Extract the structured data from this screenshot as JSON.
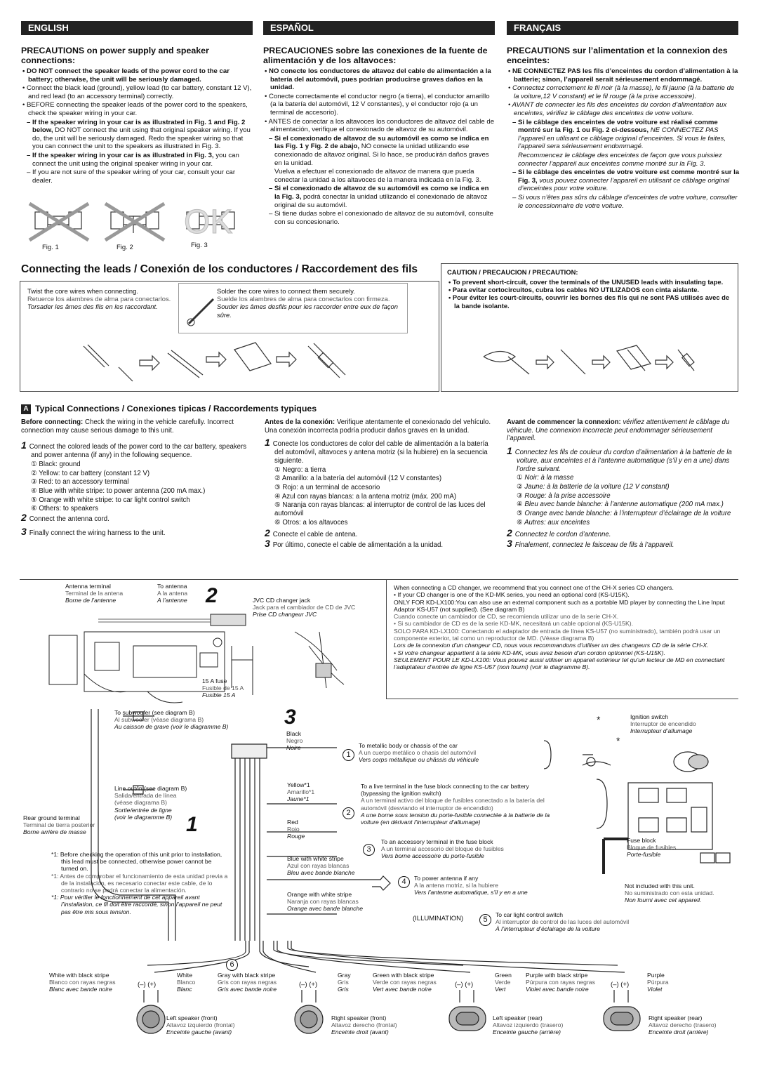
{
  "headers": {
    "english": "ENGLISH",
    "espanol": "ESPAÑOL",
    "francais": "FRANÇAIS"
  },
  "precautions": {
    "en": {
      "title": "PRECAUTIONS on power supply and speaker connections:",
      "p1": "• DO NOT connect the speaker leads of the power cord to the car battery; otherwise, the unit will be seriously damaged.",
      "p2": "• Connect the black lead (ground), yellow lead (to car battery, constant 12 V), and red lead (to an accessory terminal) correctly.",
      "p3": "• BEFORE connecting the speaker leads of the power cord to the speakers, check the speaker wiring in your car.",
      "p4a": "– If the speaker wiring in your car is as illustrated in Fig. 1 and Fig. 2 below,",
      "p4b": " DO NOT connect the unit using that original speaker wiring. If you do, the unit will be seriously damaged. Redo the speaker wiring so that you can connect the unit to the speakers as illustrated in Fig. 3.",
      "p5a": "– If the speaker wiring in your car is as illustrated in Fig. 3,",
      "p5b": " you can connect the unit using the original speaker wiring in your car.",
      "p6": "– If you are not sure of the speaker wiring of your car, consult your car dealer.",
      "fig1": "Fig. 1",
      "fig2": "Fig. 2",
      "fig3": "Fig. 3",
      "ok": "OK"
    },
    "es": {
      "title": "PRECAUCIONES sobre las conexiones de la fuente de alimentación y de los altavoces:",
      "p1": "• NO conecte los conductores de altavoz del cable de alimentación a la batería del automóvil, pues podrían producirse graves daños en la unidad.",
      "p2": "• Conecte correctamente el conductor negro (a tierra), el conductor amarillo (a la batería del automóvil, 12 V constantes), y el conductor rojo (a un terminal de accesorio).",
      "p3": "• ANTES de conectar a los altavoces los conductores de altavoz del cable de alimentación, verifique el conexionado de altavoz de su automóvil.",
      "p4a": "– Si el conexionado de altavoz de su automóvil es como se indica en las Fig. 1 y Fig. 2 de abajo,",
      "p4b": " NO conecte la unidad utilizando ese conexionado de altavoz original. Si lo hace, se producirán daños graves en la unidad.",
      "p4c": "Vuelva a efectuar el conexionado de altavoz de manera que pueda conectar la unidad a los altavoces de la manera indicada en la Fig. 3.",
      "p5a": "– Si el conexionado de altavoz de su automóvil es como se indica en la Fig. 3,",
      "p5b": " podrá conectar la unidad utilizando el conexionado de altavoz original de su automóvil.",
      "p6": "– Si tiene dudas sobre el conexionado de altavoz de su automóvil, consulte con su concesionario."
    },
    "fr": {
      "title": "PRECAUTIONS sur l’alimentation et la connexion des enceintes:",
      "p1": "• NE CONNECTEZ PAS les fils d’enceintes du cordon d’alimentation à la batterie; sinon, l’appareil serait sérieusement endommagé.",
      "p2": "• Connectez correctement le fil noir (à la masse), le fil jaune (à la batterie de la voiture,12 V constant) et le fil rouge (à la prise accessoire).",
      "p3": "• AVANT de connecter les fils des enceintes du cordon d’alimentation aux enceintes, vérifiez le câblage des enceintes de votre voiture.",
      "p4a": "– Si le câblage des enceintes de votre voiture est réalisé comme montré sur la Fig. 1 ou Fig. 2 ci-dessous,",
      "p4b": " NE CONNECTEZ PAS l’appareil en utilisant ce câblage original d’enceintes. Si vous le faites, l’appareil sera sérieusement endommagé.",
      "p4c": "Recommencez le câblage des enceintes de façon que vous puissiez connecter l’appareil aux enceintes comme montré sur la Fig. 3.",
      "p5a": "– Si le câblage des enceintes de votre voiture est comme montré sur la Fig. 3,",
      "p5b": " vous pouvez connecter l’appareil en utilisant ce câblage original d’enceintes pour votre voiture.",
      "p6": "– Si vous n’êtes pas sûrs du câblage d’enceintes de votre voiture, consulter le concessionnaire de votre voiture."
    }
  },
  "leads": {
    "title": "Connecting the leads / Conexión de los conductores / Raccordement des fils",
    "twist_en": "Twist the core wires when connecting.",
    "twist_es": "Retuerce los alambres de alma para conectarlos.",
    "twist_fr": "Torsader les âmes des fils en les raccordant.",
    "solder_en": "Solder the core wires to connect them securely.",
    "solder_es": "Suelde los alambres de alma para conectarlos con firmeza.",
    "solder_fr": "Souder les âmes desfils pour les raccorder entre eux de façon sûre.",
    "caution_title": "CAUTION / PRECAUCION / PRECAUTION:",
    "caution_en": "• To prevent short-circuit, cover the terminals of the UNUSED leads with insulating tape.",
    "caution_es": "• Para evitar cortocircuitos, cubra los cables NO UTILIZADOS con cinta aislante.",
    "caution_fr": "• Pour éviter les court-circuits, couvrir les bornes des fils qui ne sont PAS utilisés avec de la bande isolante."
  },
  "typical": {
    "badge": "A",
    "title": "Typical Connections / Conexiones tipicas / Raccordements typiques",
    "en": {
      "before_b": "Before connecting:",
      "before": " Check the wiring in the vehicle carefully. Incorrect connection may cause serious damage to this unit.",
      "s1": "Connect the colored leads of the power cord to the car battery, speakers and power antenna (if any) in the following sequence.",
      "items": [
        "① Black: ground",
        "② Yellow: to car battery (constant 12 V)",
        "③ Red: to an accessory terminal",
        "④ Blue with white stripe: to power antenna (200 mA max.)",
        "⑤ Orange with white stripe: to car light control switch",
        "⑥ Others: to speakers"
      ],
      "s2": "Connect the antenna cord.",
      "s3": "Finally connect the wiring harness to the unit."
    },
    "es": {
      "before_b": "Antes de la conexión:",
      "before": " Verifique atentamente el conexionado del vehículo. Una conexión incorrecta podría producir daños graves en la unidad.",
      "s1": "Conecte los conductores de color del cable de alimentación a la batería del automóvil, altavoces y antena motriz (si la hubiere) en la secuencia siguiente.",
      "items": [
        "① Negro: a tierra",
        "② Amarillo: a la batería del automóvil (12 V constantes)",
        "③ Rojo: a un terminal de accesorio",
        "④ Azul con rayas blancas: a la antena motriz (máx. 200 mA)",
        "⑤ Naranja con rayas blancas: al interruptor de control de las luces del automóvil",
        "⑥ Otros: a los altavoces"
      ],
      "s2": "Conecte el cable de antena.",
      "s3": "Por último, conecte el cable de alimentación a la unidad."
    },
    "fr": {
      "before_b": "Avant de commencer la connexion:",
      "before": " vérifiez attentivement le câblage du véhicule. Une connexion incorrecte peut endommager sérieusement l’appareil.",
      "s1": "Connectez les fils de couleur du cordon d’alimentation à la batterie de la voiture, aux enceintes et à l’antenne automatique (s’il y en a une) dans l’ordre suivant.",
      "items": [
        "① Noir: à la masse",
        "② Jaune: à la batterie de la voiture (12 V constant)",
        "③ Rouge: à la prise accessoire",
        "④ Bleu avec bande blanche: à l’antenne automatique (200 mA max.)",
        "⑤ Orange avec bande blanche: à l’interrupteur d’éclairage de la voiture",
        "⑥ Autres: aux enceintes"
      ],
      "s2": "Connectez le cordon d’antenne.",
      "s3": "Finalement, connectez le faisceau de fils à l’appareil."
    }
  },
  "diagram": {
    "antenna_terminal": [
      "Antenna terminal",
      "Terminal de la antena",
      "Borne de l’antenne"
    ],
    "to_antenna": [
      "To antenna",
      "A la antena",
      "A l’antenne"
    ],
    "jvc_cd": [
      "JVC CD changer jack",
      "Jack para el cambiador de CD de JVC",
      "Prise CD changeur JVC"
    ],
    "fuse": [
      "15 A fuse",
      "Fusible de 15 A",
      "Fusible 15 A"
    ],
    "subwoofer": [
      "To subwoofer (see diagram B)",
      "Al subwoofer (véase diagrama B)",
      "Au caisson de grave (voir le diagramme B)"
    ],
    "line_io": [
      "Line out/in (see diagram B)",
      "Salida/entrada de línea",
      "(véase diagrama B)",
      "Sortie/entrée de ligne",
      "(voir le diagramme B)"
    ],
    "rear_ground": [
      "Rear ground terminal",
      "Terminal de tierra posterior",
      "Borne arrière de masse"
    ],
    "note1_en": "*1: Before checking the operation of this unit prior to installation, this lead must be connected, otherwise power cannot be turned on.",
    "note1_es": "*1: Antes de comprobar el funcionamiento de esta unidad previa a de la instalación, es necesario conectar este cable, de lo contrario no se podrá conectar la alimentación.",
    "note1_fr": "*1: Pour vérifier le fonctionnement de cet appareil avant l’installation, ce fil doit être raccordé, sinon l’appareil ne peut pas être mis sous tension.",
    "changer_en": "When connecting a CD changer, we recommend that you connect one of the CH-X series CD changers.",
    "changer_en2": "• If your CD changer is one of the KD-MK series, you need an optional cord (KS-U15K).",
    "changer_en3": "ONLY FOR KD-LX100:You can also use an external component such as a portable MD player by connecting the Line Input Adaptor KS-U57 (not supplied). (See diagram B)",
    "changer_es": "Cuando conecte un cambiador de CD, se recomienda utilizar uno de la serie CH-X.",
    "changer_es2": "• Si su cambiador de CD es de la serie KD-MK, necesitará un cable opcional (KS-U15K).",
    "changer_es3": "SOLO PARA KD-LX100: Conectando el adaptador de entrada de línea KS-U57 (no suministrado), también podrá usar un componente exterior, tal como un reproductor de MD. (Véase diagrama B)",
    "changer_fr": "Lors de la connexion d’un changeur CD, nous vous recommandons d’utiliser un des changeurs CD de la série CH-X.",
    "changer_fr2": "• Si votre changeur appartient à la série KD-MK, vous avez besoin d’un cordon optionnel (KS-U15K).",
    "changer_fr3": "SEULEMENT POUR LE KD-LX100: Vous pouvez aussi utiliser un appareil extérieur tel qu’un lecteur de MD en connectant l’adaptateur d’entrée de ligne KS-U57 (non fourni) (voir le diagramme B).",
    "black": [
      "Black",
      "Negro",
      "Noire"
    ],
    "metal": [
      "To metallic body or chassis of the car",
      "A un cuerpo metálico o chasis del automóvil",
      "Vers corps métallique ou châssis du véhicule"
    ],
    "ignition": [
      "Ignition switch",
      "Interruptor de encendido",
      "Interrupteur d’allumage"
    ],
    "yellow": [
      "Yellow*1",
      "Amarillo*1",
      "Jaune*1"
    ],
    "live": [
      "To a live terminal in the fuse block connecting to the car battery (bypassing the ignition switch)",
      "A un terminal activo del bloque de fusibles conectado a la batería del automóvil (desviando el interruptor de encendido)",
      "A une borne sous tension du porte-fusible connectée à la batterie de la voiture (en dérivant l’interrupteur d’allumage)"
    ],
    "red": [
      "Red",
      "Rojo",
      "Rouge"
    ],
    "accessory": [
      "To an accessory terminal in the fuse block",
      "A un terminal accesorio del bloque de fusibles",
      "Vers borne accessoire du porte-fusible"
    ],
    "fuse_block": [
      "Fuse block",
      "Bloque de fusibles",
      "Porte-fusible"
    ],
    "blue": [
      "Blue with white stripe",
      "Azul con rayas blancas",
      "Bleu avec bande blanche"
    ],
    "power_ant": [
      "To power antenna if any",
      "A la antena motriz, si la hubiere",
      "Vers l’antenne automatique, s’il y en a une"
    ],
    "not_included": [
      "Not included with this unit.",
      "No suministrado con esta unidad.",
      "Non fourni avec cet appareil."
    ],
    "orange": [
      "Orange with white stripe",
      "Naranja con rayas blancas",
      "Orange avec bande blanche"
    ],
    "illumination": "(ILLUMINATION)",
    "light_sw": [
      "To car light control switch",
      "Al interruptor de control de las luces del automóvil",
      "À l’interrupteur d’éclairage de la voiture"
    ],
    "wires": [
      {
        "a": [
          "White with black stripe",
          "Blanco con rayas negras",
          "Blanc avec bande noire"
        ],
        "b": [
          "White",
          "Blanco",
          "Blanc"
        ]
      },
      {
        "a": [
          "Gray with black stripe",
          "Gris con rayas negras",
          "Gris avec bande noire"
        ],
        "b": [
          "Gray",
          "Gris",
          "Gris"
        ]
      },
      {
        "a": [
          "Green with black stripe",
          "Verde con rayas negras",
          "Vert avec bande noire"
        ],
        "b": [
          "Green",
          "Verde",
          "Vert"
        ]
      },
      {
        "a": [
          "Purple with black stripe",
          "Púrpura con rayas negras",
          "Violet avec bande noire"
        ],
        "b": [
          "Purple",
          "Púrpura",
          "Violet"
        ]
      }
    ],
    "speakers": [
      [
        "Left speaker (front)",
        "Altavoz izquierdo (frontal)",
        "Enceinte gauche (avant)"
      ],
      [
        "Right speaker (front)",
        "Altavoz derecho (frontal)",
        "Enceinte droit (avant)"
      ],
      [
        "Left speaker (rear)",
        "Altavoz izquierdo (trasero)",
        "Enceinte gauche (arrière)"
      ],
      [
        "Right speaker (rear)",
        "Altavoz derecho (trasero)",
        "Enceinte droit (arrière)"
      ]
    ],
    "minus_plus": "(–)  (+)"
  }
}
